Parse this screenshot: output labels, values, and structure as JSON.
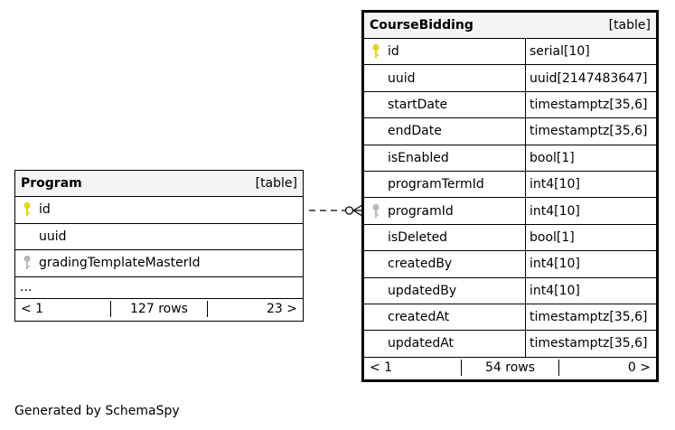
{
  "program": {
    "name": "Program",
    "kind": "[table]",
    "columns": [
      {
        "name": "id",
        "key": "primary"
      },
      {
        "name": "uuid",
        "key": "none"
      },
      {
        "name": "gradingTemplateMasterId",
        "key": "foreign"
      }
    ],
    "more": "...",
    "footer": {
      "prev": "< 1",
      "rows": "127 rows",
      "next": "23 >"
    }
  },
  "course_bidding": {
    "name": "CourseBidding",
    "kind": "[table]",
    "columns": [
      {
        "name": "id",
        "type": "serial[10]",
        "key": "primary"
      },
      {
        "name": "uuid",
        "type": "uuid[2147483647]",
        "key": "none"
      },
      {
        "name": "startDate",
        "type": "timestamptz[35,6]",
        "key": "none"
      },
      {
        "name": "endDate",
        "type": "timestamptz[35,6]",
        "key": "none"
      },
      {
        "name": "isEnabled",
        "type": "bool[1]",
        "key": "none"
      },
      {
        "name": "programTermId",
        "type": "int4[10]",
        "key": "none"
      },
      {
        "name": "programId",
        "type": "int4[10]",
        "key": "foreign"
      },
      {
        "name": "isDeleted",
        "type": "bool[1]",
        "key": "none"
      },
      {
        "name": "createdBy",
        "type": "int4[10]",
        "key": "none"
      },
      {
        "name": "updatedBy",
        "type": "int4[10]",
        "key": "none"
      },
      {
        "name": "createdAt",
        "type": "timestamptz[35,6]",
        "key": "none"
      },
      {
        "name": "updatedAt",
        "type": "timestamptz[35,6]",
        "key": "none"
      }
    ],
    "footer": {
      "prev": "< 1",
      "rows": "54 rows",
      "next": "0 >"
    }
  },
  "generated_by": "Generated by SchemaSpy",
  "colors": {
    "primary_key": "#e2d31b",
    "foreign_key": "#b8b8b8",
    "header_bg": "#f4f4f4"
  }
}
